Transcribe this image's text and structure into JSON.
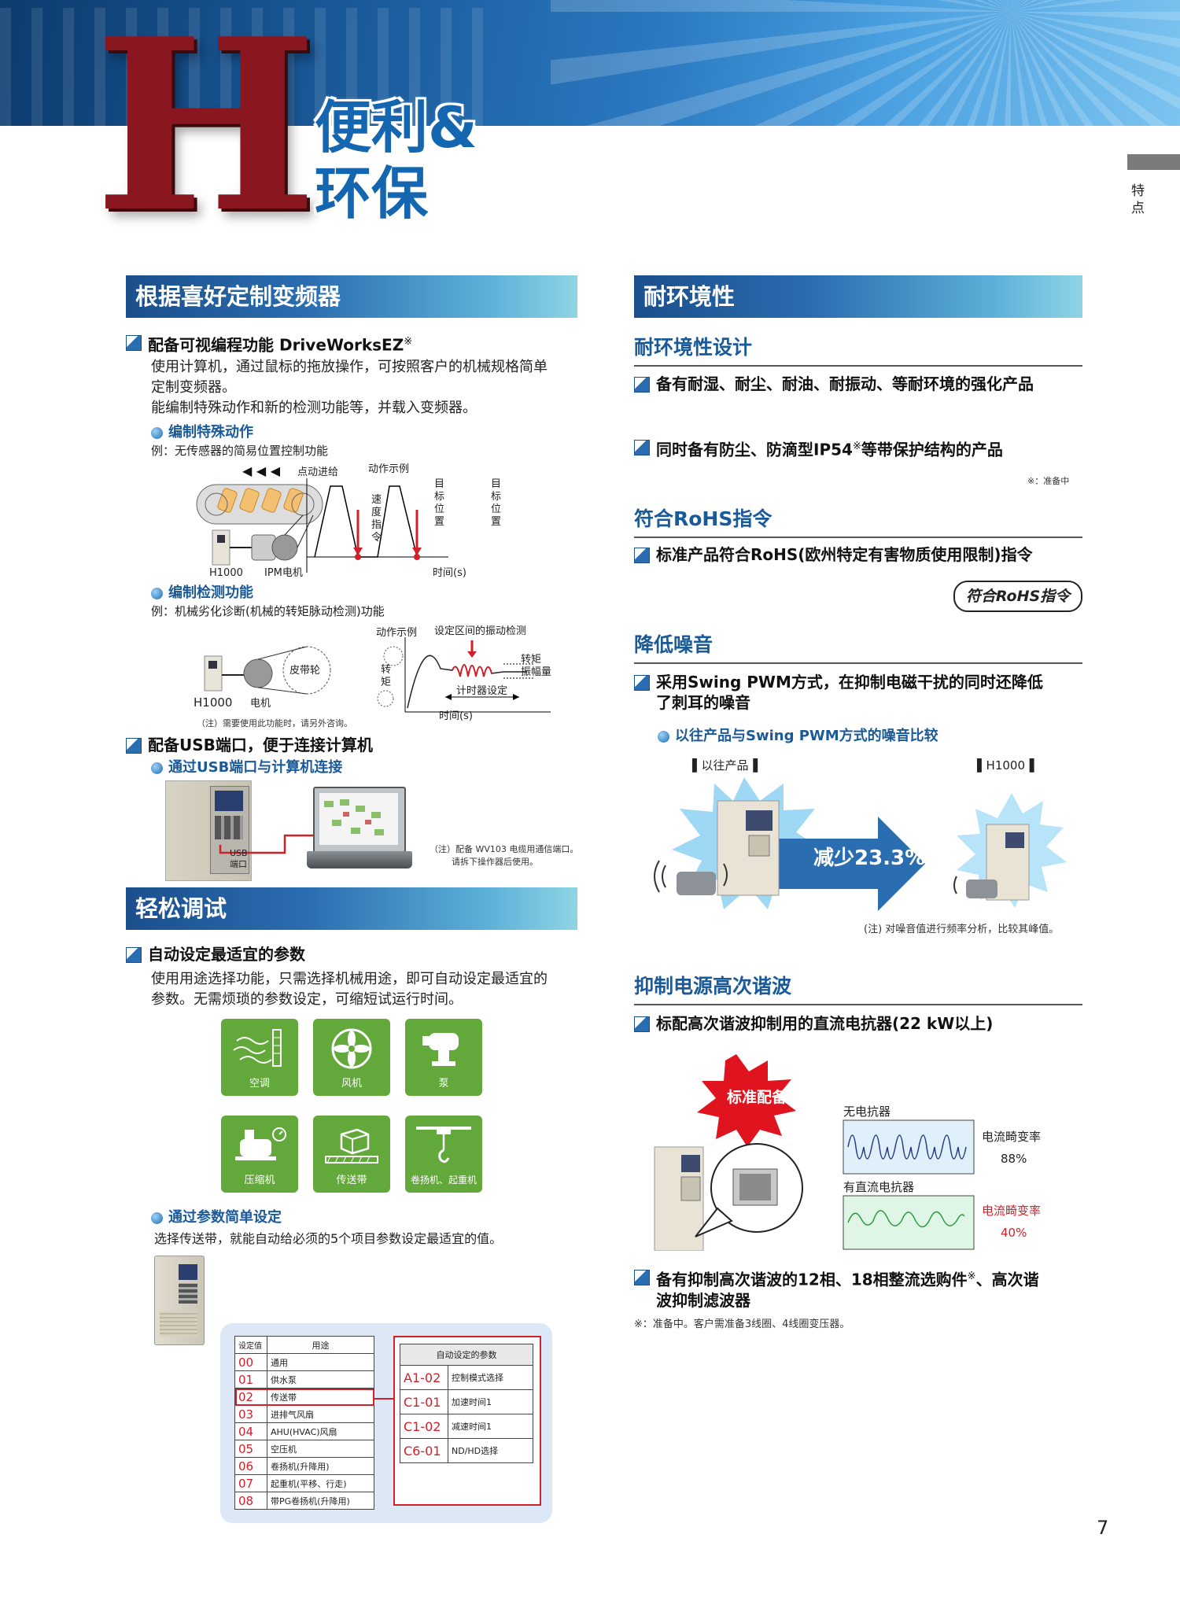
{
  "header": {
    "letter": "H",
    "title_line1": "便利&",
    "title_line2": "环保",
    "side_tab": "特点"
  },
  "left": {
    "sec1_title": "根据喜好定制变频器",
    "item1": "配备可视编程功能 DriveWorksEZ",
    "item1_mark": "※",
    "item1_body1": "使用计算机，通过鼠标的拖放操作，可按照客户的机械规格简单",
    "item1_body2": "定制变频器。",
    "item1_body3": "能编制特殊动作和新的检测功能等，并载入变频器。",
    "b1": "编制特殊动作",
    "b1_ex": "例：无传感器的简易位置控制功能",
    "d1_jog": "点动进给",
    "d1_action": "动作示例",
    "d1_ylabel": "速度指令",
    "d1_target1": "目标位置",
    "d1_target2": "目标位置",
    "d1_time": "时间(s)",
    "d1_h1000": "H1000",
    "d1_ipm": "IPM电机",
    "b2": "编制检测功能",
    "b2_ex": "例：机械劣化诊断(机械的转矩脉动检测)功能",
    "d2_action": "动作示例",
    "d2_range": "设定区间的振动检测",
    "d2_belt": "皮带轮",
    "d2_torque": "转矩",
    "d2_amp1": "转矩",
    "d2_amp2": "振幅量",
    "d2_timer": "计时器设定",
    "d2_time": "时间(s)",
    "d2_h1000": "H1000",
    "d2_motor": "电机",
    "d2_note": "（注）需要使用此功能时，请另外咨询。",
    "item2": "配备USB端口，便于连接计算机",
    "b3": "通过USB端口与计算机连接",
    "usb_label1": "USB",
    "usb_label2": "端口",
    "usb_note1": "（注）配备 WV103 电缆用通信端口。",
    "usb_note2": "请拆下操作器后使用。",
    "sec2_title": "轻松调试",
    "item3": "自动设定最适宜的参数",
    "item3_body1": "使用用途选择功能，只需选择机械用途，即可自动设定最适宜的",
    "item3_body2": "参数。无需烦琐的参数设定，可缩短试运行时间。",
    "tiles": [
      "空调",
      "风机",
      "泵",
      "压缩机",
      "传送带",
      "卷扬机、起重机"
    ],
    "b4": "通过参数简单设定",
    "b4_body": "选择传送带，就能自动给必须的5个项目参数设定最适宜的值。",
    "table_head": [
      "设定值",
      "用途"
    ],
    "table_rows": [
      [
        "00",
        "通用"
      ],
      [
        "01",
        "供水泵"
      ],
      [
        "02",
        "传送带"
      ],
      [
        "03",
        "进排气风扇"
      ],
      [
        "04",
        "AHU(HVAC)风扇"
      ],
      [
        "05",
        "空压机"
      ],
      [
        "06",
        "卷扬机(升降用)"
      ],
      [
        "07",
        "起重机(平移、行走)"
      ],
      [
        "08",
        "带PG卷扬机(升降用)"
      ]
    ],
    "auto_head": "自动设定的参数",
    "auto_rows": [
      [
        "A1-02",
        "控制模式选择"
      ],
      [
        "C1-01",
        "加速时间1"
      ],
      [
        "C1-02",
        "减速时间1"
      ],
      [
        "C6-01",
        "ND/HD选择"
      ]
    ]
  },
  "right": {
    "sec_title": "耐环境性",
    "sub1": "耐环境性设计",
    "r_item1": "备有耐湿、耐尘、耐油、耐振动、等耐环境的强化产品",
    "r_item2": "同时备有防尘、防滴型IP54",
    "r_item2_mark": "※",
    "r_item2_tail": "等带保护结构的产品",
    "r_note1": "※：准备中",
    "sub2": "符合RoHS指令",
    "r_item3": "标准产品符合RoHS(欧州特定有害物质使用限制)指令",
    "rohs_badge": "符合RoHS指令",
    "sub3": "降低噪音",
    "r_item4_l1": "采用Swing PWM方式，在抑制电磁干扰的同时还降低",
    "r_item4_l2": "了刺耳的噪音",
    "r_b1": "以往产品与Swing PWM方式的噪音比较",
    "old_label": "以往产品",
    "new_label": "H1000",
    "reduce": "减少23.3%",
    "noise_note": "(注) 对噪音值进行频率分析，比较其峰值。",
    "sub4": "抑制电源高次谐波",
    "r_item5": "标配高次谐波抑制用的直流电抗器(22 kW以上)",
    "std_badge": "标准配备",
    "no_reactor": "无电抗器",
    "with_reactor": "有直流电抗器",
    "thd_label1": "电流畸变率",
    "thd_val1": "88%",
    "thd_label2": "电流畸变率",
    "thd_val2": "40%",
    "r_item6_l1": "备有抑制高次谐波的12相、18相整流选购件",
    "r_item6_mark": "※",
    "r_item6_l1b": "、高次谐",
    "r_item6_l2": "波抑制滤波器",
    "r_note2": "※：准备中。客户需准备3线圈、4线圈变压器。"
  },
  "page_number": "7"
}
